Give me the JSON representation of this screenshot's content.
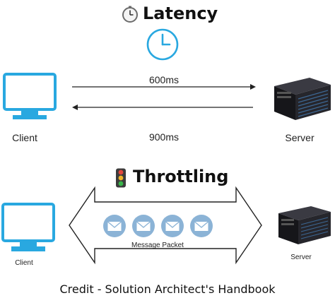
{
  "latency": {
    "title": "Latency",
    "title_emoji_icon": "stopwatch-icon",
    "request_time": "600ms",
    "response_time": "900ms",
    "client_label": "Client",
    "server_label": "Server"
  },
  "throttling": {
    "title": "Throttling",
    "title_emoji_icon": "traffic-light-icon",
    "packet_label": "Message Packet",
    "client_label": "Client",
    "server_label": "Server"
  },
  "credit": "Credit - Solution Architect's Handbook",
  "colors": {
    "accent_blue": "#29a8e0",
    "packet_blue": "#8bb3d6",
    "server_dark": "#1e1e22",
    "arrow": "#222222"
  }
}
